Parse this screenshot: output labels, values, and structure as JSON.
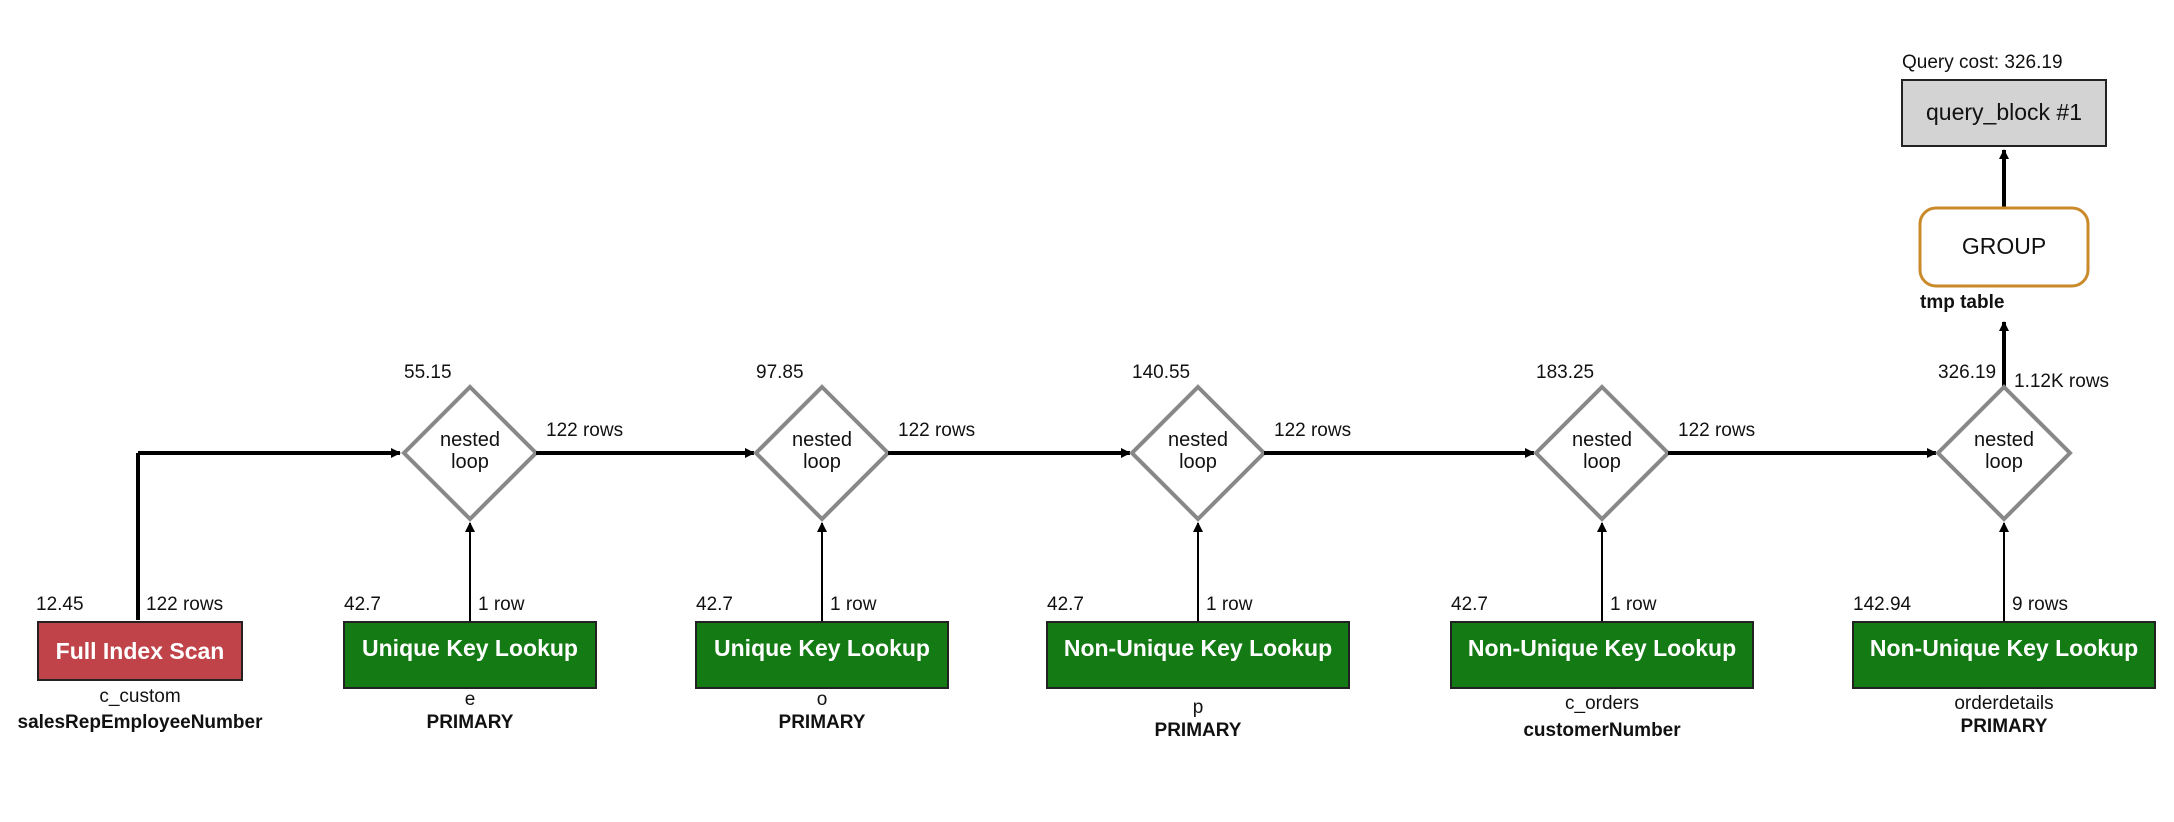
{
  "query_cost_label": "Query cost: 326.19",
  "query_block": "query_block #1",
  "group": {
    "label": "GROUP",
    "note": "tmp table"
  },
  "final_edge": {
    "cost": "326.19",
    "rows": "1.12K rows"
  },
  "nested_loop_label": [
    "nested",
    "loop"
  ],
  "first_scan": {
    "cost": "12.45",
    "rows": "122 rows",
    "label": "Full Index Scan",
    "table": "c_custom",
    "key": "salesRepEmployeeNumber",
    "color": "#c0434a"
  },
  "joins": [
    {
      "cost": "55.15",
      "out_rows": "122 rows",
      "lookup": {
        "cost": "42.7",
        "rows": "1 row",
        "label": "Unique Key Lookup",
        "table": "e",
        "key": "PRIMARY"
      }
    },
    {
      "cost": "97.85",
      "out_rows": "122 rows",
      "lookup": {
        "cost": "42.7",
        "rows": "1 row",
        "label": "Unique Key Lookup",
        "table": "o",
        "key": "PRIMARY"
      }
    },
    {
      "cost": "140.55",
      "out_rows": "122 rows",
      "lookup": {
        "cost": "42.7",
        "rows": "1 row",
        "label": "Non-Unique Key Lookup",
        "table": "p",
        "key": "PRIMARY"
      }
    },
    {
      "cost": "183.25",
      "out_rows": "122 rows",
      "lookup": {
        "cost": "42.7",
        "rows": "1 row",
        "label": "Non-Unique Key Lookup",
        "table": "c_orders",
        "key": "customerNumber"
      }
    },
    {
      "cost": "",
      "lookup": {
        "cost": "142.94",
        "rows": "9 rows",
        "label": "Non-Unique Key Lookup",
        "table": "orderdetails",
        "key": "PRIMARY"
      }
    }
  ],
  "colors": {
    "lookup_fill": "#147a14",
    "group_border": "#c98a2a",
    "query_block_fill": "#d3d3d3",
    "diamond_stroke": "#888888"
  }
}
